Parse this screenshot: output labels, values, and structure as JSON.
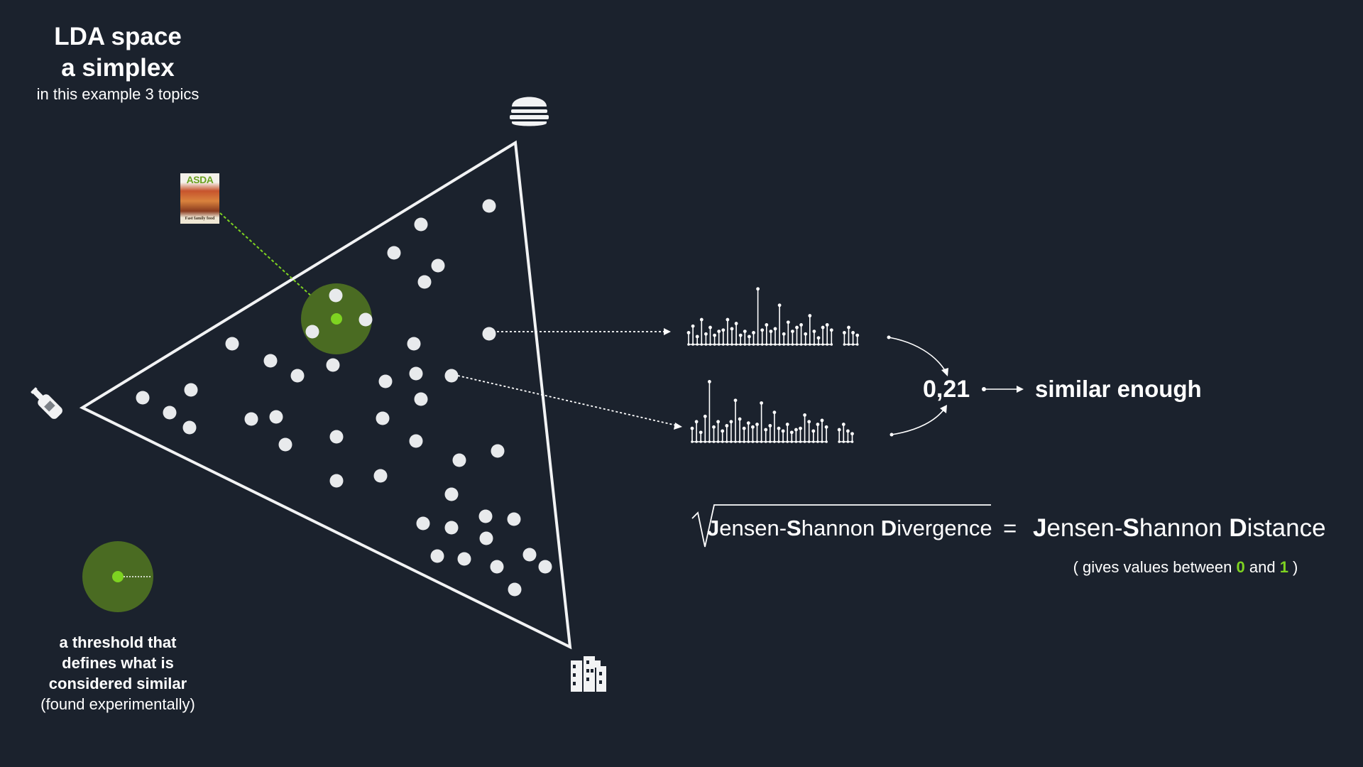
{
  "title": {
    "line1": "LDA space",
    "line2": "a simplex",
    "subtitle": "in this example 3 topics"
  },
  "icons": {
    "top_vertex": "burger-icon",
    "left_vertex": "bottle-icon",
    "bottom_vertex": "city-buildings-icon",
    "document": "magazine-cover-image"
  },
  "magazine": {
    "logo": "ASDA",
    "caption": "Fast family food"
  },
  "threshold": {
    "line1": "a threshold that",
    "line2": "defines what is",
    "line3": "considered similar",
    "note": "(found experimentally)"
  },
  "comparison": {
    "score": "0,21",
    "verdict": "similar enough"
  },
  "formula": {
    "divergence": [
      {
        "text": "J",
        "bold": true
      },
      {
        "text": "ensen-",
        "bold": false
      },
      {
        "text": "S",
        "bold": true
      },
      {
        "text": "hannon ",
        "bold": false
      },
      {
        "text": "D",
        "bold": true
      },
      {
        "text": "ivergence",
        "bold": false
      }
    ],
    "equals": "=",
    "distance": [
      {
        "text": "J",
        "bold": true
      },
      {
        "text": "ensen-",
        "bold": false
      },
      {
        "text": "S",
        "bold": true
      },
      {
        "text": "hannon ",
        "bold": false
      },
      {
        "text": "D",
        "bold": true
      },
      {
        "text": "istance",
        "bold": false
      }
    ]
  },
  "range_note": {
    "prefix": "( gives values between ",
    "low": "0",
    "middle": " and ",
    "high": "1",
    "suffix": " )"
  },
  "colors": {
    "background": "#1b222d",
    "foreground": "#ffffff",
    "accent_green": "#7ed321",
    "threshold_fill": "#4a6b22",
    "point": "#e8eaec"
  },
  "distributions": {
    "upper": [
      0.18,
      0.28,
      0.12,
      0.38,
      0.16,
      0.26,
      0.14,
      0.2,
      0.22,
      0.38,
      0.24,
      0.32,
      0.14,
      0.2,
      0.12,
      0.18,
      0.85,
      0.22,
      0.3,
      0.2,
      0.24,
      0.6,
      0.16,
      0.34,
      0.2,
      0.26,
      0.3,
      0.16,
      0.44,
      0.2,
      0.1,
      0.26,
      0.3,
      0.22
    ],
    "upper_tail": [
      0.18,
      0.26,
      0.18,
      0.14
    ],
    "lower": [
      0.2,
      0.3,
      0.14,
      0.38,
      0.9,
      0.22,
      0.3,
      0.16,
      0.24,
      0.3,
      0.62,
      0.34,
      0.2,
      0.28,
      0.22,
      0.26,
      0.58,
      0.18,
      0.24,
      0.44,
      0.2,
      0.16,
      0.26,
      0.14,
      0.18,
      0.2,
      0.4,
      0.3,
      0.16,
      0.26,
      0.32,
      0.22
    ],
    "lower_tail": [
      0.18,
      0.26,
      0.16,
      0.12
    ]
  }
}
